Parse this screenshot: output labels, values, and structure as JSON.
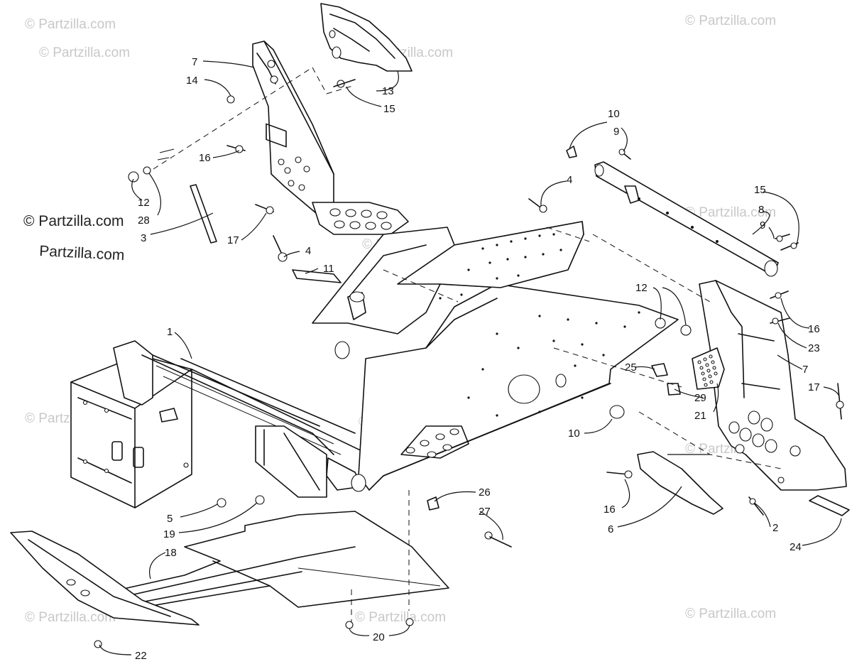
{
  "watermark": {
    "text": "© Partzilla.com",
    "line1": "© Partzilla.com",
    "line2": "Partzilla.com"
  },
  "callouts": [
    {
      "id": "c1",
      "label": "1"
    },
    {
      "id": "c2",
      "label": "2"
    },
    {
      "id": "c3",
      "label": "3"
    },
    {
      "id": "c4a",
      "label": "4"
    },
    {
      "id": "c4b",
      "label": "4"
    },
    {
      "id": "c5",
      "label": "5"
    },
    {
      "id": "c6",
      "label": "6"
    },
    {
      "id": "c7a",
      "label": "7"
    },
    {
      "id": "c7b",
      "label": "7"
    },
    {
      "id": "c8",
      "label": "8"
    },
    {
      "id": "c9a",
      "label": "9"
    },
    {
      "id": "c9b",
      "label": "9"
    },
    {
      "id": "c10a",
      "label": "10"
    },
    {
      "id": "c10b",
      "label": "10"
    },
    {
      "id": "c11",
      "label": "11"
    },
    {
      "id": "c12a",
      "label": "12"
    },
    {
      "id": "c12b",
      "label": "12"
    },
    {
      "id": "c13",
      "label": "13"
    },
    {
      "id": "c14",
      "label": "14"
    },
    {
      "id": "c15a",
      "label": "15"
    },
    {
      "id": "c15b",
      "label": "15"
    },
    {
      "id": "c16a",
      "label": "16"
    },
    {
      "id": "c16b",
      "label": "16"
    },
    {
      "id": "c16c",
      "label": "16"
    },
    {
      "id": "c17a",
      "label": "17"
    },
    {
      "id": "c17b",
      "label": "17"
    },
    {
      "id": "c18",
      "label": "18"
    },
    {
      "id": "c19",
      "label": "19"
    },
    {
      "id": "c20",
      "label": "20"
    },
    {
      "id": "c21",
      "label": "21"
    },
    {
      "id": "c22",
      "label": "22"
    },
    {
      "id": "c23",
      "label": "23"
    },
    {
      "id": "c24",
      "label": "24"
    },
    {
      "id": "c25",
      "label": "25"
    },
    {
      "id": "c26",
      "label": "26"
    },
    {
      "id": "c27",
      "label": "27"
    },
    {
      "id": "c28",
      "label": "28"
    },
    {
      "id": "c29",
      "label": "29"
    }
  ]
}
